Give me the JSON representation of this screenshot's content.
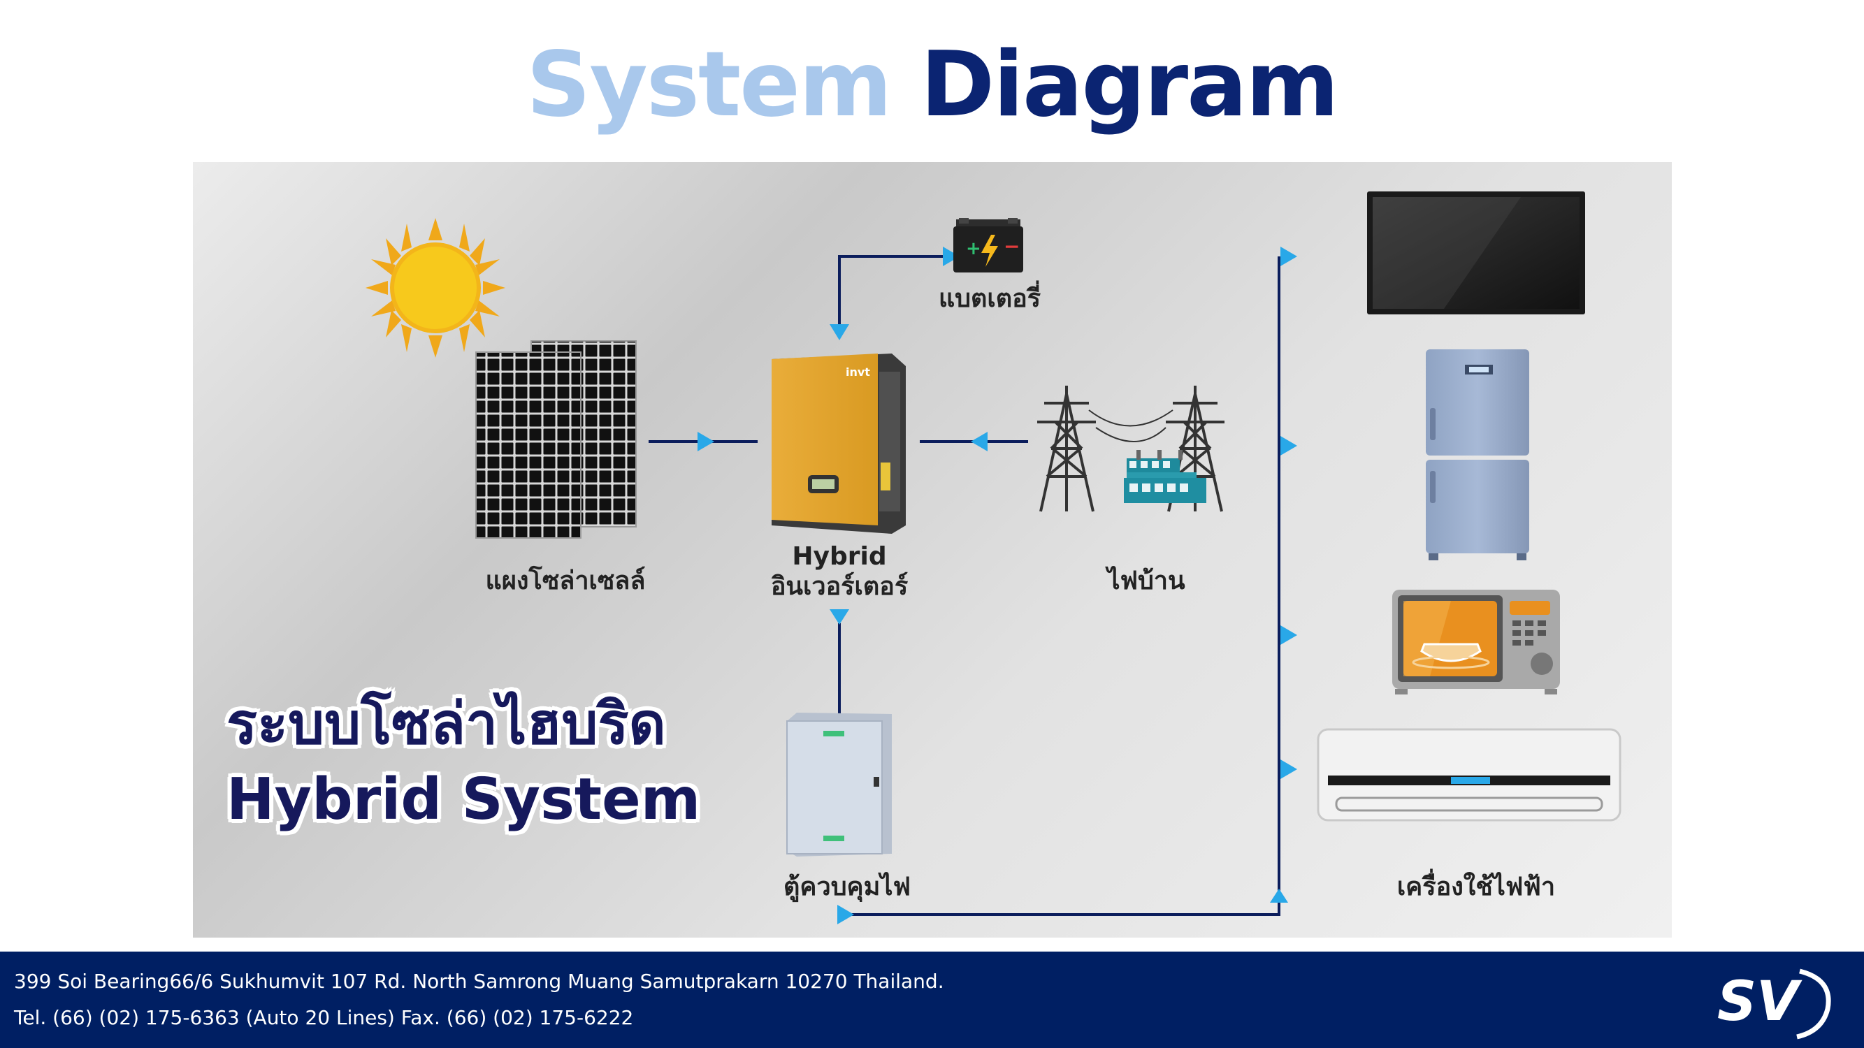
{
  "title": {
    "part1": "System",
    "part2": "Diagram"
  },
  "diagram": {
    "labels": {
      "solar": "แผงโซล่าเซลล์",
      "inverter_line1": "Hybrid",
      "inverter_line2": "อินเวอร์เตอร์",
      "grid": "ไฟบ้าน",
      "battery": "แบตเตอรี่",
      "cabinet": "ตู้ควบคุมไฟ",
      "appliances": "เครื่องใช้ไฟฟ้า"
    },
    "headline": {
      "line1": "ระบบโซล่าไฮบริด",
      "line2": "Hybrid System"
    },
    "inverter_brand": "invt",
    "colors": {
      "line": "#0b1d5c",
      "arrow": "#29a8e8",
      "inverter": "#e8a629",
      "sun": "#f5c518"
    }
  },
  "footer": {
    "address": "399 Soi Bearing66/6 Sukhumvit 107 Rd. North Samrong Muang Samutprakarn 10270 Thailand.",
    "phone": "Tel. (66) (02) 175-6363 (Auto 20 Lines) Fax. (66) (02) 175-6222",
    "logo_text": "SV"
  }
}
